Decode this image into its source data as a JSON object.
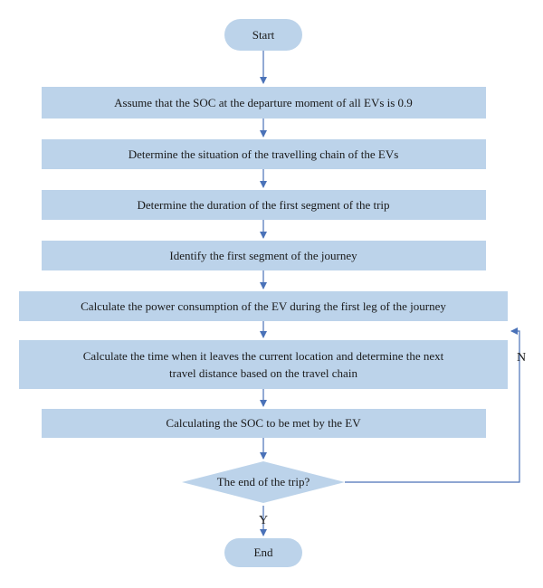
{
  "flowchart": {
    "start": "Start",
    "end": "End",
    "steps": [
      "Assume that the SOC at the departure moment of all EVs is 0.9",
      "Determine the situation of the travelling chain of the EVs",
      "Determine the duration of the first segment of the trip",
      "Identify the first segment of the journey",
      "Calculate the power consumption of the EV during the first leg of the journey",
      "Calculate the time when it leaves the current location and determine the next",
      "travel distance based on the travel chain",
      "Calculating the SOC to be met by the EV"
    ],
    "decision": "The end of the trip?",
    "yes_label": "Y",
    "no_label": "N"
  },
  "colors": {
    "box_fill": "#bcd3ea",
    "connector": "#4a72b8",
    "text": "#1a1a1a"
  }
}
